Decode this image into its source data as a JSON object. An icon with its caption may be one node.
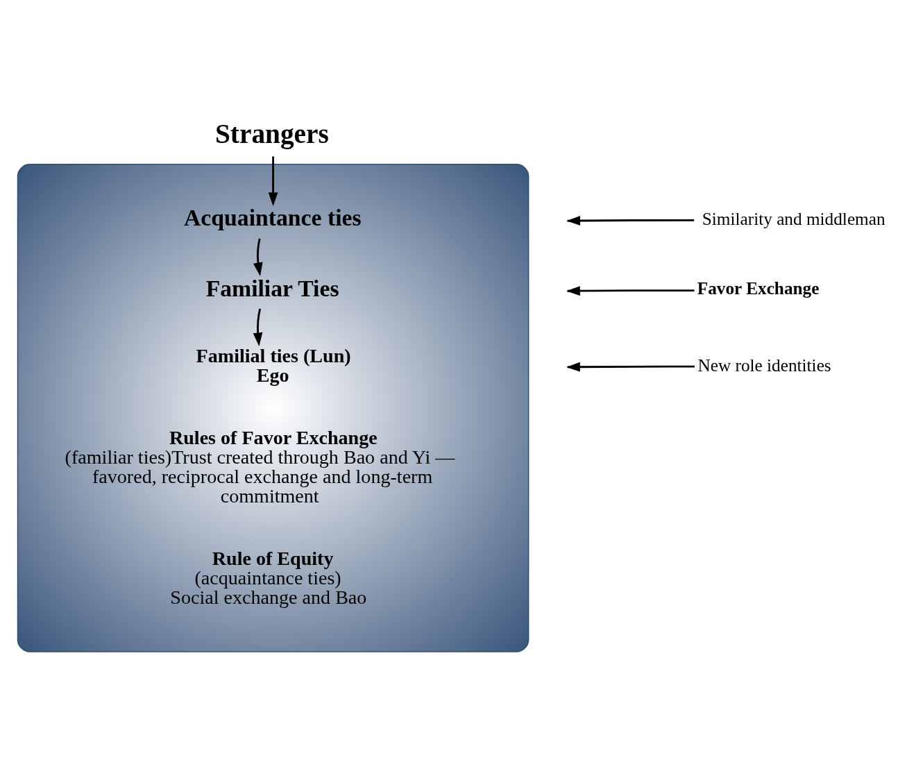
{
  "diagram": {
    "nodes": [
      {
        "text": [
          "Strangers"
        ]
      },
      {
        "text": [],
        "shape": "ellipse"
      },
      {
        "text": [
          "Acquaintance ties"
        ],
        "in": 1
      },
      {
        "text": [
          "Familiar Ties"
        ],
        "in": 1
      },
      {
        "text": [
          "Familial ties (Lun)",
          "Ego"
        ],
        "in": 1
      },
      {
        "text": [
          "Rules of Favor Exchange",
          "(familiar ties)Trust created through Bao and Yi — favored, reciprocal exchange and long-term commitment"
        ],
        "in": 1
      },
      {
        "text": [
          "Rule of Equity",
          "(acquaintance ties)",
          "Social exchange and Bao"
        ],
        "in": 1
      },
      {
        "text": [
          "Similarity and middleman"
        ]
      },
      {
        "text": [
          "Favor Exchange"
        ]
      },
      {
        "text": [
          "New role identities"
        ]
      }
    ],
    "edges": [
      {
        "from": 0,
        "to": 2,
        "arrow": "to"
      },
      {
        "from": 7,
        "to": null,
        "arrow": "to"
      },
      {
        "from": 2,
        "to": 3,
        "arrow": "to"
      },
      {
        "from": 8,
        "to": null,
        "arrow": "to"
      },
      {
        "from": 3,
        "to": 4,
        "arrow": "to"
      },
      {
        "from": 9,
        "to": null,
        "arrow": "to"
      }
    ]
  }
}
